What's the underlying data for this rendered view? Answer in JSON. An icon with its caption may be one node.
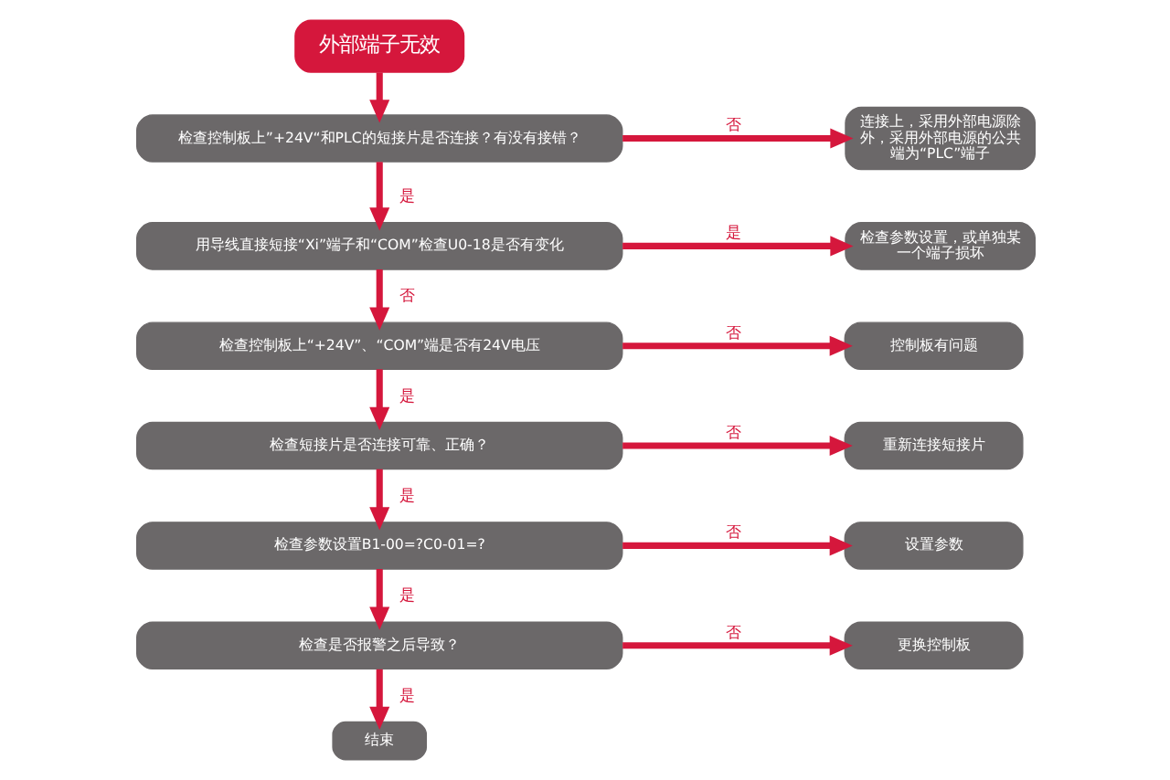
{
  "diagram": {
    "nodes": [
      {
        "text": [
          "外部端子无效"
        ]
      },
      {
        "text": [
          "检查控制板上”+24V“和PLC的短接片是否连接？有没有接错？"
        ]
      },
      {
        "text": [
          "连接上，采用外部电源除外，采用外部电源的公共端为“PLC”端子"
        ]
      },
      {
        "text": [
          "用导线直接短接“Xi”端子和“COM”检查U0-18是否有变化"
        ]
      },
      {
        "text": [
          "检查参数设置，或单独某一个端子损坏"
        ]
      },
      {
        "text": [
          "检查控制板上“+24V”、“COM”端是否有24V电压"
        ]
      },
      {
        "text": [
          "控制板有问题"
        ]
      },
      {
        "text": [
          "检查短接片是否连接可靠、正确？"
        ]
      },
      {
        "text": [
          "重新连接短接片"
        ]
      },
      {
        "text": [
          "检查参数设置B1-00=?C0-01=?"
        ]
      },
      {
        "text": [
          "设置参数"
        ]
      },
      {
        "text": [
          "检查是否报警之后导致？"
        ]
      },
      {
        "text": [
          "更换控制板"
        ]
      },
      {
        "text": [
          "结束"
        ]
      }
    ],
    "edges": [
      {
        "from": 0,
        "to": 1,
        "arrow": "to"
      },
      {
        "from": 1,
        "to": 2,
        "label": "否",
        "arrow": "to"
      },
      {
        "from": 1,
        "to": 3,
        "label": "是",
        "arrow": "to"
      },
      {
        "from": 3,
        "to": 4,
        "label": "是",
        "arrow": "to"
      },
      {
        "from": 3,
        "to": 5,
        "label": "否",
        "arrow": "to"
      },
      {
        "from": 5,
        "to": 6,
        "label": "否",
        "arrow": "to"
      },
      {
        "from": 5,
        "to": 7,
        "label": "是",
        "arrow": "to"
      },
      {
        "from": 7,
        "to": 8,
        "label": "否",
        "arrow": "to"
      },
      {
        "from": 7,
        "to": 9,
        "label": "是",
        "arrow": "to"
      },
      {
        "from": 9,
        "to": 10,
        "label": "否",
        "arrow": "to"
      },
      {
        "from": 9,
        "to": 11,
        "label": "是",
        "arrow": "to"
      },
      {
        "from": 11,
        "to": 12,
        "label": "否",
        "arrow": "to"
      },
      {
        "from": 11,
        "to": 13,
        "label": "是",
        "arrow": "to"
      }
    ]
  }
}
